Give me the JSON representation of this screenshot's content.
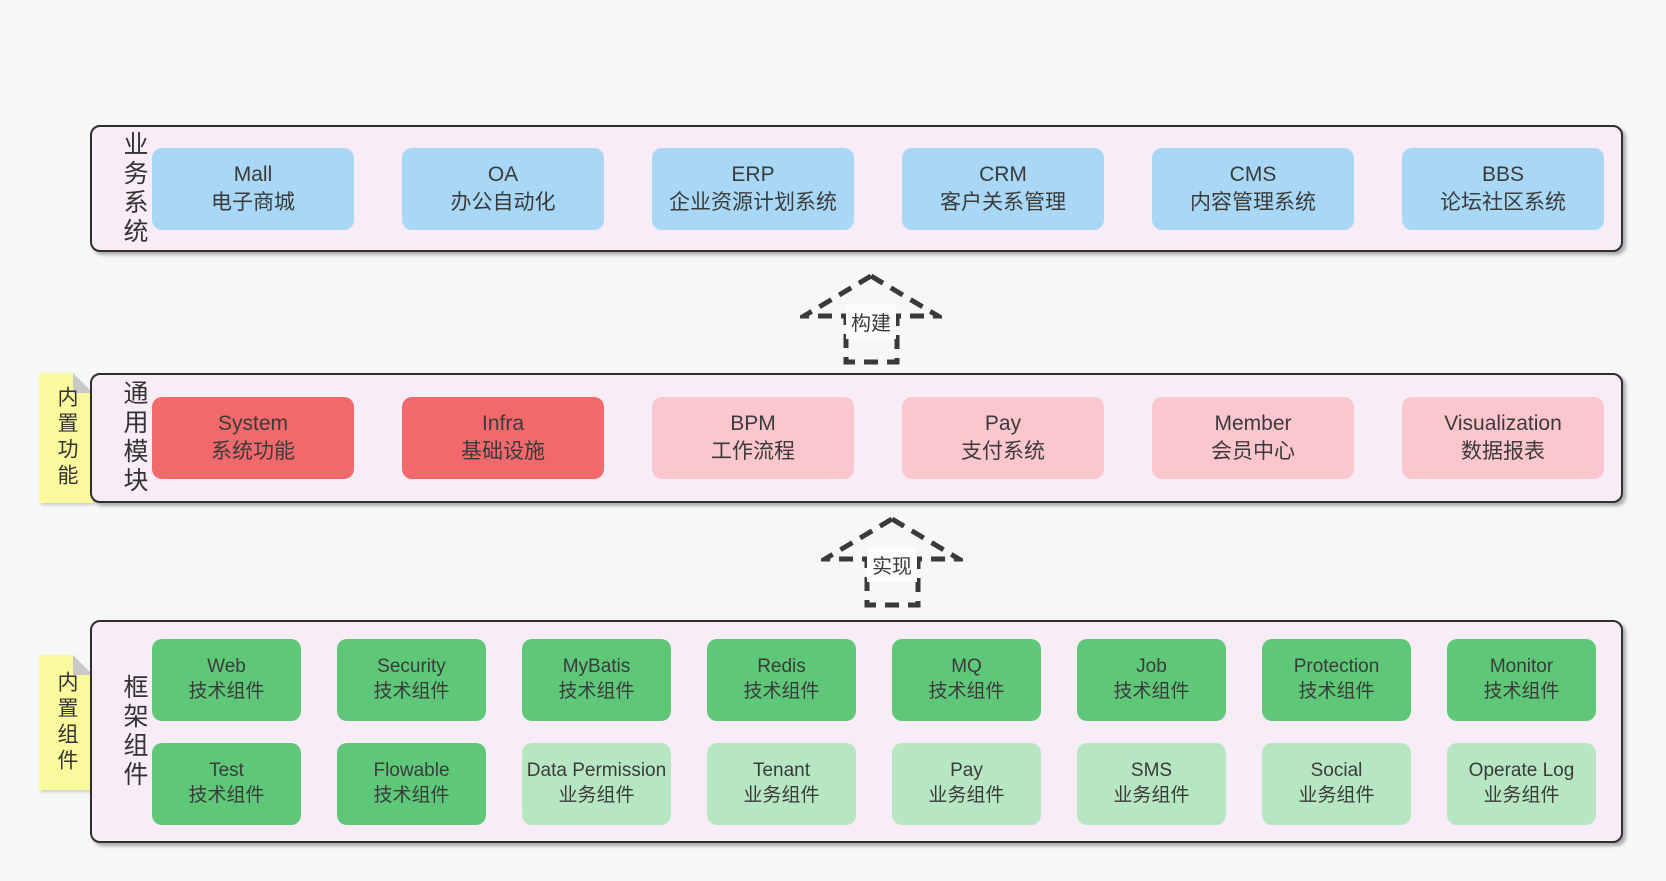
{
  "colors": {
    "page_bg": "#f7f7f7",
    "panel_bg": "#f8edf6",
    "panel_border": "#2f2f2f",
    "blue": "#a8d8f5",
    "red": "#f2696c",
    "pink": "#fbc6cd",
    "green": "#5ec878",
    "green_light": "#b6e7c2",
    "sticky_yellow": "#fbf99e",
    "sticky_fold": "#c9c9c9",
    "text": "#3b3b3b",
    "arrow": "#3a3a3a"
  },
  "panels": [
    {
      "label": "业务系统",
      "sticky": null,
      "rows": [
        [
          {
            "en": "Mall",
            "zh": "电子商城",
            "variant": "blue"
          },
          {
            "en": "OA",
            "zh": "办公自动化",
            "variant": "blue"
          },
          {
            "en": "ERP",
            "zh": "企业资源计划系统",
            "variant": "blue"
          },
          {
            "en": "CRM",
            "zh": "客户关系管理",
            "variant": "blue"
          },
          {
            "en": "CMS",
            "zh": "内容管理系统",
            "variant": "blue"
          },
          {
            "en": "BBS",
            "zh": "论坛社区系统",
            "variant": "blue"
          }
        ]
      ]
    },
    {
      "label": "通用模块",
      "sticky": "内置功能",
      "rows": [
        [
          {
            "en": "System",
            "zh": "系统功能",
            "variant": "red"
          },
          {
            "en": "Infra",
            "zh": "基础设施",
            "variant": "red"
          },
          {
            "en": "BPM",
            "zh": "工作流程",
            "variant": "pink"
          },
          {
            "en": "Pay",
            "zh": "支付系统",
            "variant": "pink"
          },
          {
            "en": "Member",
            "zh": "会员中心",
            "variant": "pink"
          },
          {
            "en": "Visualization",
            "zh": "数据报表",
            "variant": "pink"
          }
        ]
      ]
    },
    {
      "label": "框架组件",
      "sticky": "内置组件",
      "rows": [
        [
          {
            "en": "Web",
            "zh": "技术组件",
            "variant": "green"
          },
          {
            "en": "Security",
            "zh": "技术组件",
            "variant": "green"
          },
          {
            "en": "MyBatis",
            "zh": "技术组件",
            "variant": "green"
          },
          {
            "en": "Redis",
            "zh": "技术组件",
            "variant": "green"
          },
          {
            "en": "MQ",
            "zh": "技术组件",
            "variant": "green"
          },
          {
            "en": "Job",
            "zh": "技术组件",
            "variant": "green"
          },
          {
            "en": "Protection",
            "zh": "技术组件",
            "variant": "green"
          },
          {
            "en": "Monitor",
            "zh": "技术组件",
            "variant": "green"
          }
        ],
        [
          {
            "en": "Test",
            "zh": "技术组件",
            "variant": "green"
          },
          {
            "en": "Flowable",
            "zh": "技术组件",
            "variant": "green"
          },
          {
            "en": "Data Permission",
            "zh": "业务组件",
            "variant": "green-light"
          },
          {
            "en": "Tenant",
            "zh": "业务组件",
            "variant": "green-light"
          },
          {
            "en": "Pay",
            "zh": "业务组件",
            "variant": "green-light"
          },
          {
            "en": "SMS",
            "zh": "业务组件",
            "variant": "green-light"
          },
          {
            "en": "Social",
            "zh": "业务组件",
            "variant": "green-light"
          },
          {
            "en": "Operate Log",
            "zh": "业务组件",
            "variant": "green-light"
          }
        ]
      ]
    }
  ],
  "arrows": [
    {
      "label": "构建"
    },
    {
      "label": "实现"
    }
  ]
}
